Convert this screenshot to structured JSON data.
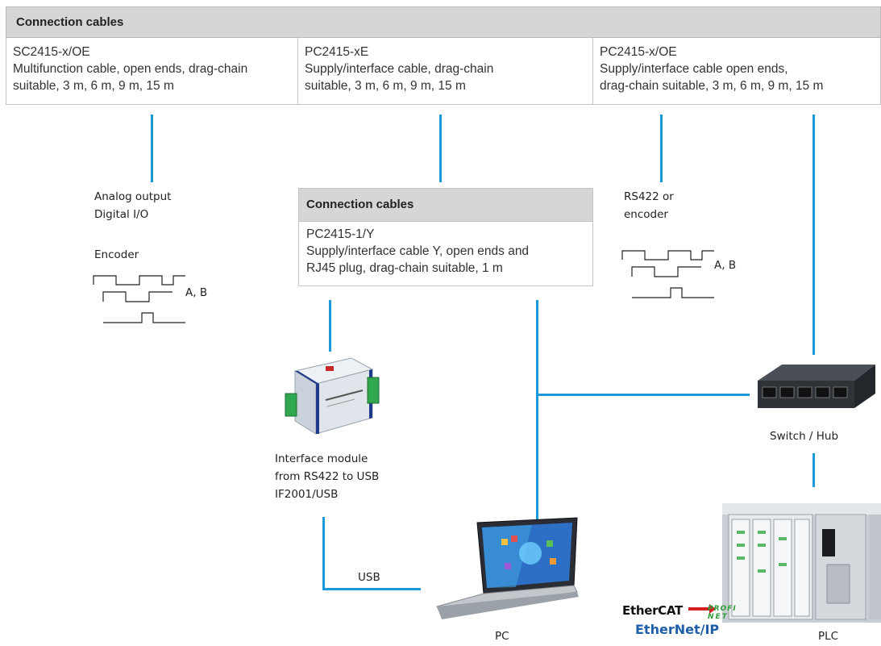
{
  "header": {
    "title": "Connection cables"
  },
  "cables": [
    {
      "code": "SC2415-x/OE",
      "desc_line1": "Multifunction cable, open ends, drag-chain",
      "desc_line2": "suitable, 3 m, 6 m, 9 m, 15 m"
    },
    {
      "code": "PC2415-xE",
      "desc_line1": "Supply/interface cable, drag-chain",
      "desc_line2": "suitable, 3 m, 6 m, 9 m, 15 m"
    },
    {
      "code": "PC2415-x/OE",
      "desc_line1": "Supply/interface cable open ends,",
      "desc_line2": "drag-chain suitable, 3 m, 6 m, 9 m, 15 m"
    }
  ],
  "sub_box": {
    "title": "Connection cables",
    "code": "PC2415-1/Y",
    "desc_line1": "Supply/interface cable Y, open ends and",
    "desc_line2": "RJ45 plug, drag-chain suitable, 1 m"
  },
  "labels": {
    "analog_output": "Analog output",
    "digital_io": "Digital I/O",
    "encoder": "Encoder",
    "ab_left": "A, B",
    "rs422_line1": "RS422 or",
    "rs422_line2": "encoder",
    "ab_right": "A, B",
    "interface_line1": "Interface module",
    "interface_line2": "from RS422 to USB",
    "interface_line3": "IF2001/USB",
    "usb": "USB",
    "pc": "PC",
    "switch_hub": "Switch / Hub",
    "plc": "PLC"
  },
  "logos": {
    "ethercat": "EtherCAT",
    "profinet_line1": "PROFI",
    "profinet_line2": "NET",
    "ethernetip": "EtherNet/IP"
  },
  "colors": {
    "line": "#1a9ad6",
    "header_bg": "#d6d6d6",
    "border": "#c4c4c4"
  }
}
